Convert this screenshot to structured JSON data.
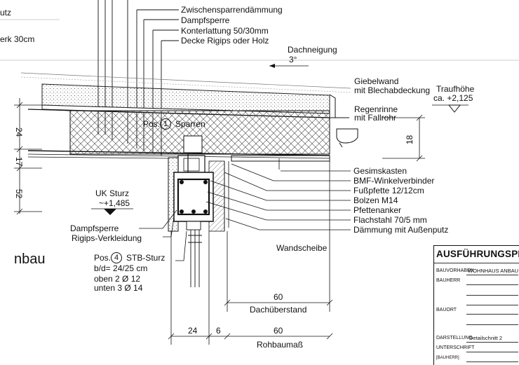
{
  "top_left": {
    "line1": "utz",
    "line2": "erk 30cm"
  },
  "callouts_top": [
    "Zwischensparrendämmung",
    "Dampfsperre",
    "Konterlattung 50/30mm",
    "Decke Rigips oder Holz"
  ],
  "roof": {
    "pitch_label": "Dachneigung",
    "pitch_value": "3°",
    "gable_wall_1": "Giebelwand",
    "gable_wall_2": "mit Blechabdeckung",
    "eave_label": "Traufhöhe",
    "eave_value": "ca. +2,125",
    "gutter_1": "Regenrinne",
    "gutter_2": "mit Fallrohr",
    "dim_18": "18",
    "rafter_prefix": "Pos.",
    "rafter_num": "1",
    "rafter_label": "Sparren"
  },
  "left_dims": [
    "24",
    "17",
    "52"
  ],
  "lintel_level": {
    "label": "UK Sturz",
    "value": "~+1,485"
  },
  "left_callouts": {
    "vapour": "Dampfsperre",
    "cladding": "Rigips-Verkleidung"
  },
  "left_big": "nbau",
  "right_callouts": [
    "Gesimskasten",
    "BMF-Winkelverbinder",
    "Fußpfette 12/12cm",
    "Bolzen M14",
    "Pfettenanker",
    "Flachstahl 70/5 mm",
    "Dämmung mit Außenputz"
  ],
  "wall_label": "Wandscheibe",
  "lintel": {
    "prefix": "Pos.",
    "num": "4",
    "name": "STB-Sturz",
    "dims": "b/d= 24/25 cm",
    "top": "oben 2 Ø 12",
    "bottom": "unten 3 Ø 14"
  },
  "dims_bottom": {
    "overhang_value": "60",
    "overhang_label": "Dachüberstand",
    "d24": "24",
    "d6": "6",
    "d60": "60",
    "raw_label": "Rohbaumaß"
  },
  "title_block": {
    "title": "AUSFÜHRUNGSPLAN",
    "project_label": "BAUVORHABEN",
    "project_value": "WOHNHAUS ANBAU",
    "client_label": "BAUHERR",
    "site_label": "BAUORT",
    "view_label": "DARSTELLUNG",
    "view_value": "Detailschnitt 2",
    "sign_label": "UNTERSCHRIFT",
    "sign2_label": "[BAUHERR]"
  }
}
